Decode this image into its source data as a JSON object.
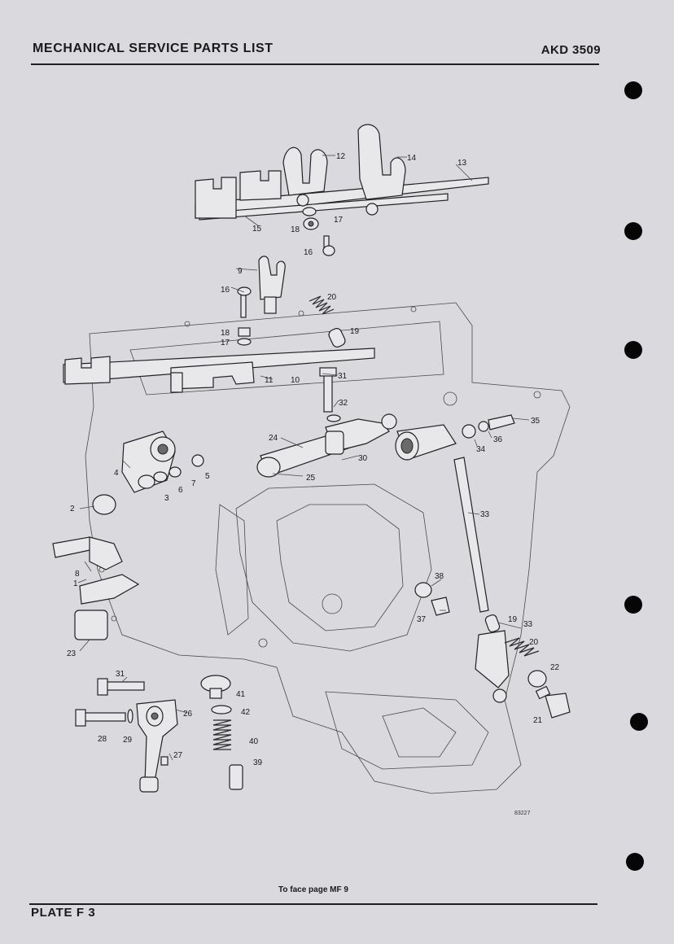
{
  "header": {
    "title": "MECHANICAL SERVICE PARTS LIST",
    "code": "AKD 3509"
  },
  "footer": {
    "plate": "PLATE F 3",
    "face_note": "To face page MF 9"
  },
  "drawing": {
    "ref_number": "83227",
    "labels": {
      "l1": "1",
      "l2": "2",
      "l3": "3",
      "l4": "4",
      "l5": "5",
      "l6": "6",
      "l7": "7",
      "l8": "8",
      "l9": "9",
      "l10": "10",
      "l11": "11",
      "l12": "12",
      "l13": "13",
      "l14": "14",
      "l15": "15",
      "l16a": "16",
      "l16b": "16",
      "l17a": "17",
      "l17b": "17",
      "l18a": "18",
      "l18b": "18",
      "l19a": "19",
      "l19b": "19",
      "l20a": "20",
      "l20b": "20",
      "l21": "21",
      "l22": "22",
      "l23": "23",
      "l24": "24",
      "l25": "25",
      "l26": "26",
      "l27": "27",
      "l28": "28",
      "l29": "29",
      "l30": "30",
      "l31a": "31",
      "l31b": "31",
      "l32": "32",
      "l33a": "33",
      "l33b": "33",
      "l34": "34",
      "l35": "35",
      "l36": "36",
      "l37": "37",
      "l38": "38",
      "l39": "39",
      "l40": "40",
      "l41": "41",
      "l42": "42"
    }
  }
}
